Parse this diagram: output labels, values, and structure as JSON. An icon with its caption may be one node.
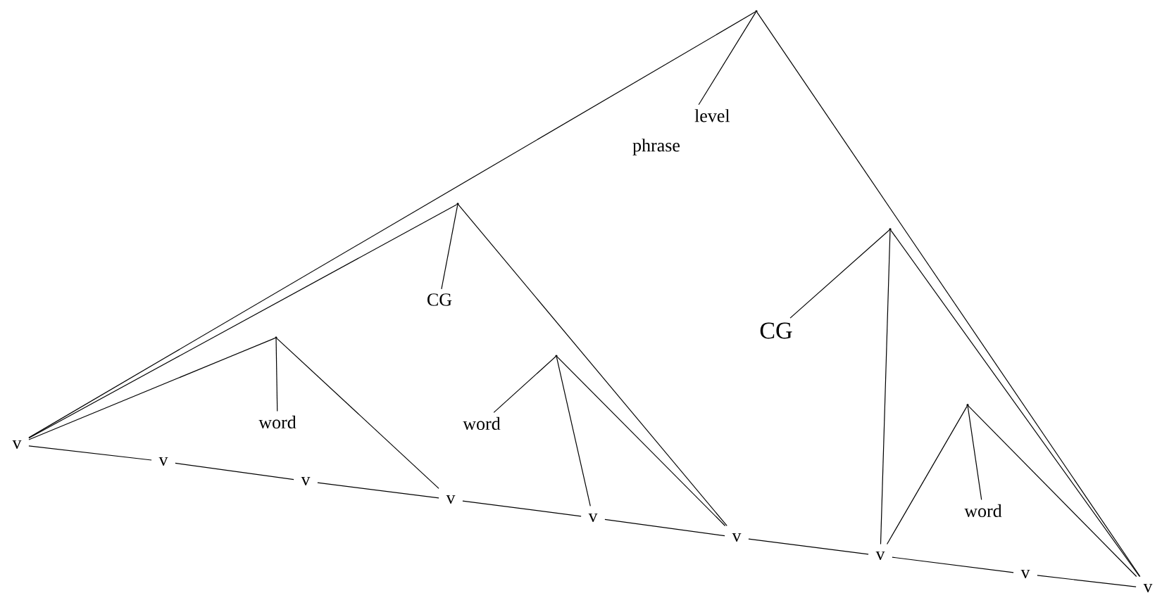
{
  "diagram": {
    "nodes": [
      {
        "text": [],
        "shape": "point"
      },
      {
        "text": [
          "level",
          "phrase"
        ]
      },
      {
        "text": [],
        "shape": "point"
      },
      {
        "text": [],
        "shape": "point"
      },
      {
        "text": [
          "CG"
        ]
      },
      {
        "text": [
          "CG"
        ]
      },
      {
        "text": [],
        "shape": "point"
      },
      {
        "text": [],
        "shape": "point"
      },
      {
        "text": [
          "word"
        ]
      },
      {
        "text": [
          "word"
        ]
      },
      {
        "text": [],
        "shape": "point"
      },
      {
        "text": [
          "word"
        ]
      },
      {
        "text": [
          "v"
        ]
      },
      {
        "text": [
          "v"
        ]
      },
      {
        "text": [
          "v"
        ]
      },
      {
        "text": [
          "v"
        ]
      },
      {
        "text": [
          "v"
        ]
      },
      {
        "text": [
          "v"
        ]
      },
      {
        "text": [
          "v"
        ]
      },
      {
        "text": [
          "v"
        ]
      },
      {
        "text": [
          "v"
        ]
      }
    ],
    "edges": [
      {
        "from": 0,
        "to": 12,
        "arrow": "none"
      },
      {
        "from": 0,
        "to": 20,
        "arrow": "none"
      },
      {
        "from": 1,
        "to": 0,
        "arrow": "none"
      },
      {
        "from": 2,
        "to": 12,
        "arrow": "none"
      },
      {
        "from": 2,
        "to": 17,
        "arrow": "none"
      },
      {
        "from": 4,
        "to": 2,
        "arrow": "none"
      },
      {
        "from": 3,
        "to": 18,
        "arrow": "none"
      },
      {
        "from": 3,
        "to": 20,
        "arrow": "none"
      },
      {
        "from": 5,
        "to": 3,
        "arrow": "none"
      },
      {
        "from": 6,
        "to": 12,
        "arrow": "none"
      },
      {
        "from": 6,
        "to": 15,
        "arrow": "none"
      },
      {
        "from": 8,
        "to": 6,
        "arrow": "none"
      },
      {
        "from": 7,
        "to": 16,
        "arrow": "none"
      },
      {
        "from": 7,
        "to": 17,
        "arrow": "none"
      },
      {
        "from": 9,
        "to": 7,
        "arrow": "none"
      },
      {
        "from": 10,
        "to": 18,
        "arrow": "none"
      },
      {
        "from": 10,
        "to": 20,
        "arrow": "none"
      },
      {
        "from": 11,
        "to": 10,
        "arrow": "none"
      },
      {
        "from": 12,
        "to": 13,
        "arrow": "none"
      },
      {
        "from": 13,
        "to": 14,
        "arrow": "none"
      },
      {
        "from": 14,
        "to": 15,
        "arrow": "none"
      },
      {
        "from": 15,
        "to": 16,
        "arrow": "none"
      },
      {
        "from": 16,
        "to": 17,
        "arrow": "none"
      },
      {
        "from": 17,
        "to": 18,
        "arrow": "none"
      },
      {
        "from": 18,
        "to": 19,
        "arrow": "none"
      },
      {
        "from": 19,
        "to": 20,
        "arrow": "none"
      }
    ]
  }
}
